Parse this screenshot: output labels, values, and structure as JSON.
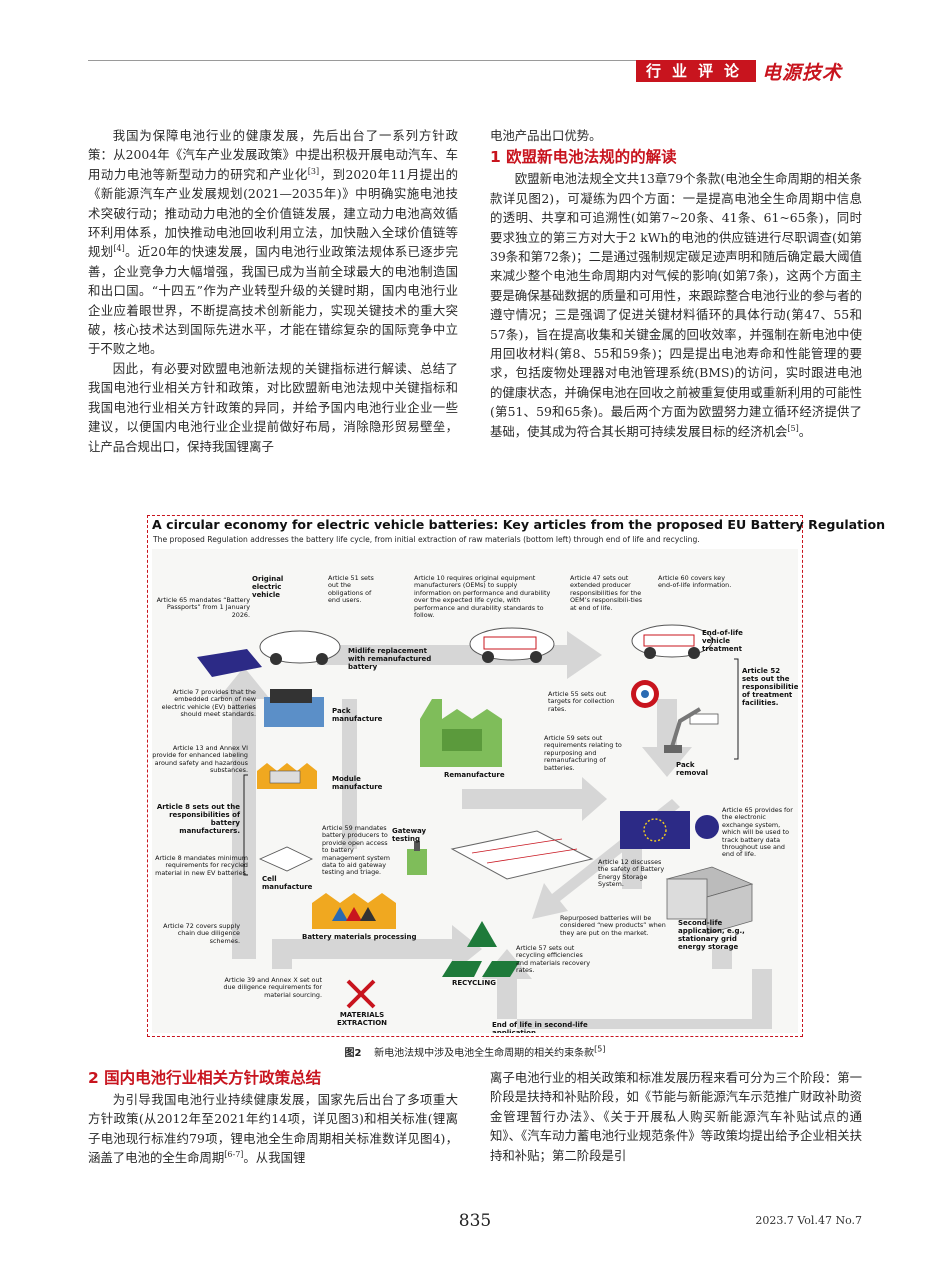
{
  "header": {
    "category": "行业评论",
    "journal": "电源技术"
  },
  "left_col": {
    "p1": "我国为保障电池行业的健康发展，先后出台了一系列方针政策：从2004年《汽车产业发展政策》中提出积极开展电动汽车、车用动力电池等新型动力的研究和产业化",
    "p1_ref": "[3]",
    "p1b": "，到2020年11月提出的《新能源汽车产业发展规划(2021—2035年)》中明确实施电池技术突破行动；推动动力电池的全价值链发展，建立动力电池高效循环利用体系，加快推动电池回收利用立法，加快融入全球价值链等规划",
    "p1b_ref": "[4]",
    "p1c": "。近20年的快速发展，国内电池行业政策法规体系已逐步完善，企业竞争力大幅增强，我国已成为当前全球最大的电池制造国和出口国。“十四五”作为产业转型升级的关键时期，国内电池行业企业应着眼世界，不断提高技术创新能力，实现关键技术的重大突破，核心技术达到国际先进水平，才能在错综复杂的国际竞争中立于不败之地。",
    "p2": "因此，有必要对欧盟电池新法规的关键指标进行解读、总结了我国电池行业相关方针和政策，对比欧盟新电池法规中关键指标和我国电池行业相关方针政策的异同，并给予国内电池行业企业一些建议，以便国内电池行业企业提前做好布局，消除隐形贸易壁垒，让产品合规出口，保持我国锂离子"
  },
  "right_col": {
    "p0": "电池产品出口优势。",
    "h1": "1  欧盟新电池法规的的解读",
    "p1": "欧盟新电池法规全文共13章79个条款(电池全生命周期的相关条款详见图2)，可凝练为四个方面：一是提高电池全生命周期中信息的透明、共享和可追溯性(如第7~20条、41条、61~65条)，同时要求独立的第三方对大于2 kWh的电池的供应链进行尽职调查(如第39条和第72条)；二是通过强制规定碳足迹声明和随后确定最大阈值来减少整个电池生命周期内对气候的影响(如第7条)，这两个方面主要是确保基础数据的质量和可用性，来跟踪整合电池行业的参与者的遵守情况；三是强调了促进关键材料循环的具体行动(第47、55和57条)，旨在提高收集和关键金属的回收效率，并强制在新电池中使用回收材料(第8、55和59条)；四是提出电池寿命和性能管理的要求，包括废物处理器对电池管理系统(BMS)的访问，实时跟进电池的健康状态，并确保电池在回收之前被重复使用或重新利用的可能性(第51、59和65条)。最后两个方面为欧盟努力建立循环经济提供了基础，使其成为符合其长期可持续发展目标的经济机会",
    "p1_ref": "[5]",
    "p1_end": "。"
  },
  "figure": {
    "title": "A circular economy for electric vehicle batteries: Key articles from the proposed EU Battery Regulation",
    "subtitle": "The proposed Regulation addresses the battery life cycle, from initial extraction of raw materials  (bottom left) through end of life and recycling.",
    "labels": {
      "orig_vehicle": "Original electric vehicle",
      "a51": "Article 51 sets out the obligations of end users.",
      "a10": "Article 10 requires original  equipment manufacturers (OEMs) to supply information on performance and durability over the expected life cycle, with performance and durability standards to follow.",
      "a47": "Article 47 sets out extended producer responsibilities for the OEM’s responsibili-ties at end of life.",
      "a60": "Article 60 covers key end-of-life information.",
      "eol_treatment": "End-of-life vehicle treatment",
      "a65_passport": "Article 65 mandates “Battery Passports” from 1 January 2026.",
      "midlife": "Midlife replacement with remanufactured battery",
      "a52": "Article 52 sets out the responsibilities of treatment facilities.",
      "a55": "Article 55 sets out targets for collection rates.",
      "a7": "Article 7 provides that the embedded carbon of new electric vehicle (EV) batteries should meet standards.",
      "pack_manufacture": "Pack manufacture",
      "a59_repurpose": "Article 59 sets out requirements relating to repurposing and remanufacturing of batteries.",
      "a13": "Article 13 and Annex VI provide for enhanced labeling around safety and  hazardous substances.",
      "remanufacture": "Remanufacture",
      "pack_removal": "Pack removal",
      "a8_resp": "Article 8 sets out the responsibilities of battery manufacturers.",
      "module_manufacture": "Module manufacture",
      "a65_exchange": "Article 65 provides for the electronic exchange system, which will be used to track battery data throughout use and end of life.",
      "a59_gateway": "Article 59 mandates battery producers to provide open access to battery management system data to aid gateway testing and triage.",
      "gateway_testing": "Gateway testing",
      "a8_min": "Article 8 mandates minimum requirements for recycled material in new EV batteries.",
      "a12": "Article 12 discusses the safety of Battery Energy Storage System.",
      "cell_manufacture": "Cell manufacture",
      "a72": "Article 72 covers supply chain due diligence schemes.",
      "battery_materials": "Battery materials processing",
      "repurposed": "Repurposed batteries will be considered “new products” when they are put on the market.",
      "second_life": "Second-life application, e.g., stationary grid energy storage",
      "recycling": "RECYCLING",
      "a57": "Article 57 sets out recycling efficiencies and materials recovery rates.",
      "a39": "Article 39 and Annex X set out due diligence requirements for material sourcing.",
      "materials_extraction": "MATERIALS EXTRACTION",
      "eol_second_life": "End of life in second-life application"
    }
  },
  "caption": {
    "label": "图2",
    "text": "新电池法规中涉及电池全生命周期的相关约束条款",
    "ref": "[5]"
  },
  "bottom_left": {
    "h2": "2  国内电池行业相关方针政策总结",
    "p": "为引导我国电池行业持续健康发展，国家先后出台了多项重大方针政策(从2012年至2021年约14项，详见图3)和相关标准(锂离子电池现行标准约79项，锂电池全生命周期相关标准数详见图4)，涵盖了电池的全生命周期",
    "ref": "[6-7]",
    "p_end": "。从我国锂"
  },
  "bottom_right": {
    "p": "离子电池行业的相关政策和标准发展历程来看可分为三个阶段：第一阶段是扶持和补贴阶段，如《节能与新能源汽车示范推广财政补助资金管理暂行办法》、《关于开展私人购买新能源汽车补贴试点的通知》、《汽车动力蓄电池行业规范条件》等政策均提出给予企业相关扶持和补贴；第二阶段是引"
  },
  "footer": {
    "page": "835",
    "issue": "2023.7   Vol.47   No.7"
  }
}
